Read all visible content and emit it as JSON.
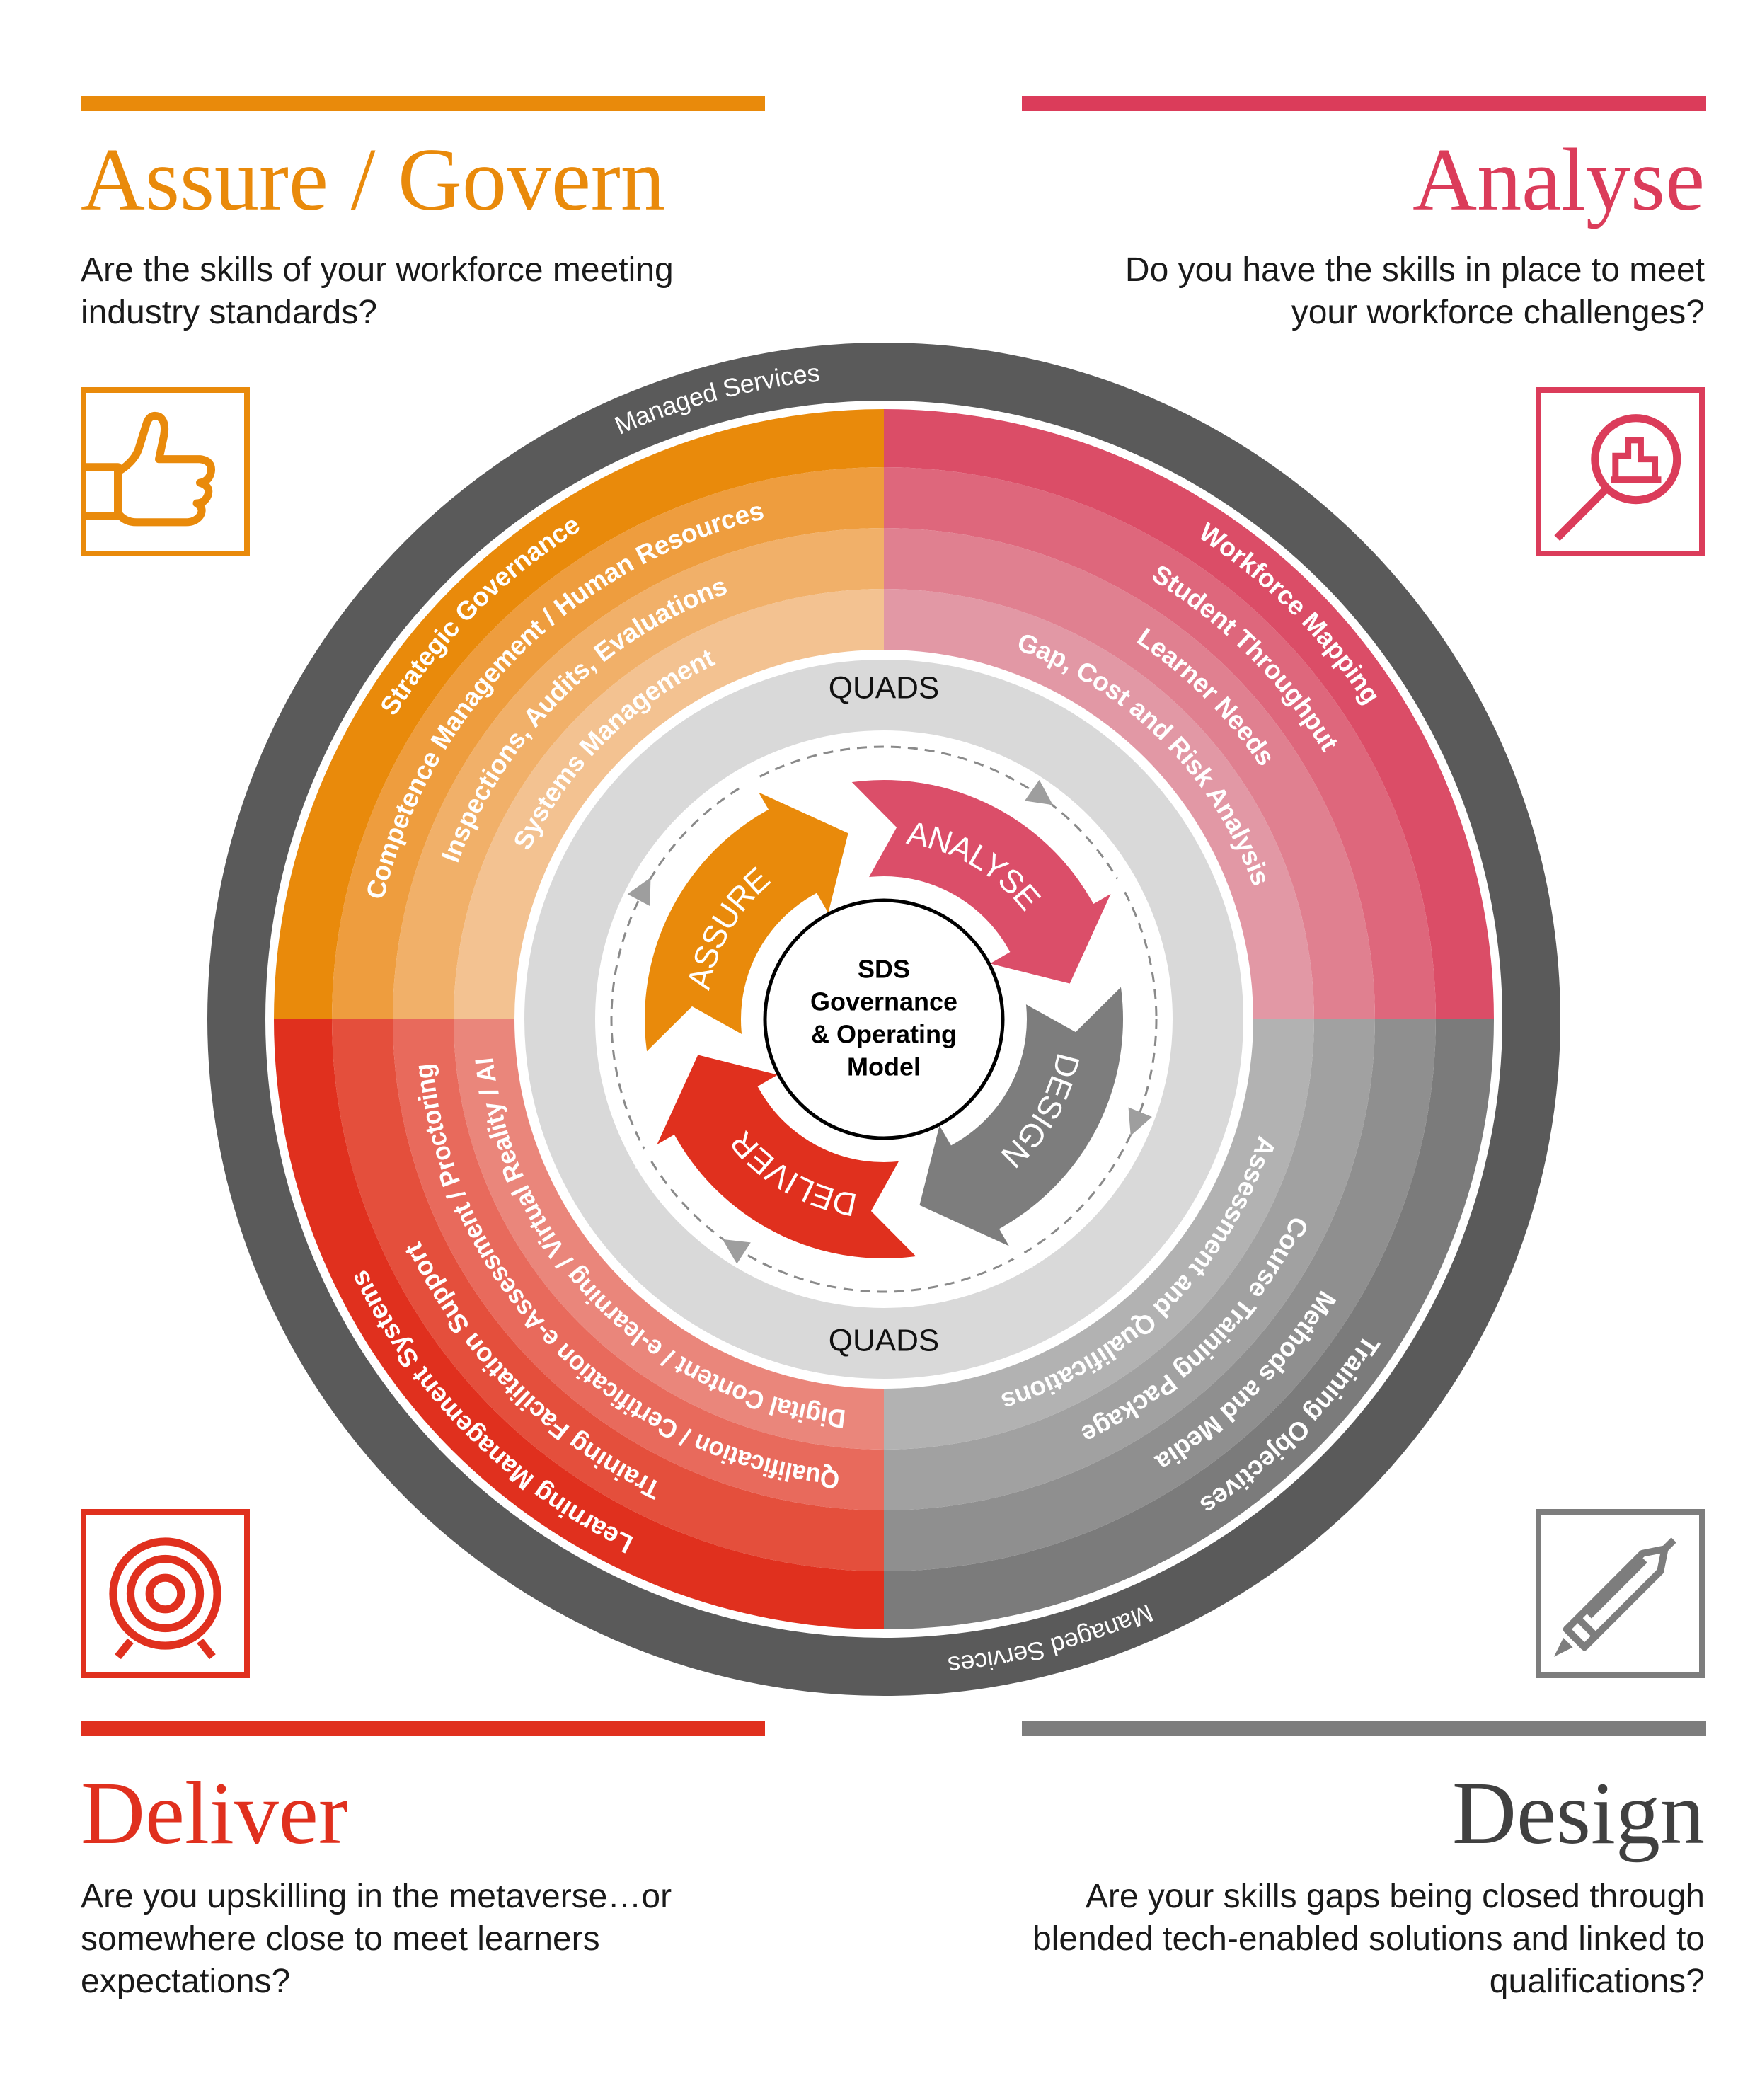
{
  "colors": {
    "assure": "#E98A0B",
    "analyse": "#DB4462",
    "deliver": "#E0301E",
    "design": "#7D7D7D",
    "design_title": "#404040",
    "managed_ring": "#5A5A5A",
    "quads_ring": "#D9D9D9"
  },
  "corners": {
    "assure": {
      "title": "Assure / Govern",
      "question": "Are the skills of your workforce meeting industry standards?",
      "icon": "thumbs-up-icon"
    },
    "analyse": {
      "title": "Analyse",
      "question": "Do you have the skills in place to meet your workforce challenges?",
      "icon": "magnifier-chart-icon"
    },
    "deliver": {
      "title": "Deliver",
      "question": "Are you upskilling in the metaverse…or somewhere close to meet learners expectations?",
      "icon": "target-icon"
    },
    "design": {
      "title": "Design",
      "question": "Are your skills gaps being closed through blended tech-enabled solutions and linked to qualifications?",
      "icon": "pencil-icon"
    }
  },
  "diagram": {
    "managed_services": "Managed Services",
    "quads_label": "QUADS",
    "center_lines": [
      "SDS",
      "Governance",
      "& Operating",
      "Model"
    ],
    "quadrants": [
      {
        "key": "assure",
        "band_colors": [
          "#E98A0B",
          "#EE9D3E",
          "#F1B069",
          "#F3C291"
        ],
        "items": [
          "Strategic Governance",
          "Competence Management / Human Resources",
          "Inspections, Audits, Evaluations",
          "Systems Management"
        ]
      },
      {
        "key": "analyse",
        "band_colors": [
          "#DB4D67",
          "#DE677C",
          "#E08090",
          "#E298A5"
        ],
        "items": [
          "Workforce Mapping",
          "Student Throughput",
          "Learner Needs",
          "Gap, Cost and Risk Analysis"
        ]
      },
      {
        "key": "design",
        "band_colors": [
          "#7B7B7B",
          "#8F8F8F",
          "#A1A1A1",
          "#B2B2B2"
        ],
        "items": [
          "Training Objectives",
          "Methods and Media",
          "Course Training Package",
          "Assessment and Qualifications"
        ]
      },
      {
        "key": "deliver",
        "band_colors": [
          "#E0301E",
          "#E44F3C",
          "#E86A5C",
          "#EA867B"
        ],
        "items": [
          "Learning Management Systems",
          "Training Facilitation Support",
          "Qualification / Certification e-Assessment / Proctoring",
          "Digital Content / e-learning / Virtual Reality / AI"
        ]
      }
    ],
    "cycle": [
      {
        "key": "assure",
        "label": "ASSURE",
        "color": "#E98A0B"
      },
      {
        "key": "analyse",
        "label": "ANALYSE",
        "color": "#DB4E69"
      },
      {
        "key": "design",
        "label": "DESIGN",
        "color": "#7D7D7D"
      },
      {
        "key": "deliver",
        "label": "DELIVER",
        "color": "#E0301E"
      }
    ]
  }
}
